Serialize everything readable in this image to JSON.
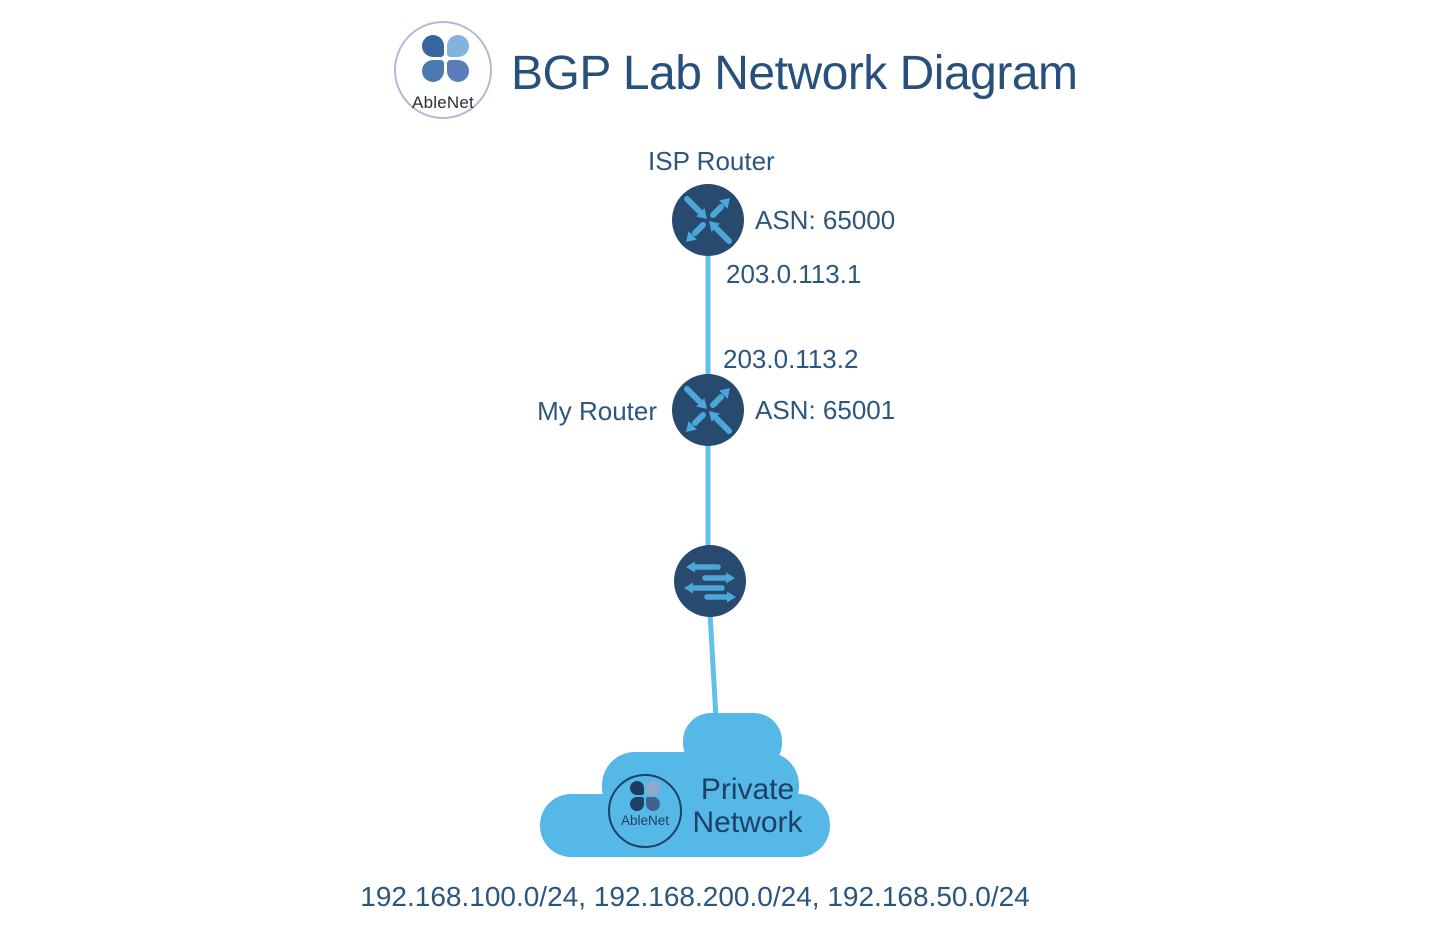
{
  "header": {
    "logo_text": "AbleNet",
    "title": "BGP Lab Network Diagram"
  },
  "nodes": {
    "isp_router": {
      "label": "ISP Router",
      "asn": "ASN: 65000",
      "interface_ip": "203.0.113.1",
      "icon": "router-icon"
    },
    "my_router": {
      "label": "My Router",
      "asn": "ASN: 65001",
      "interface_ip": "203.0.113.2",
      "icon": "router-icon"
    },
    "lan_switch": {
      "icon": "switch-icon"
    },
    "private_network": {
      "label_line1": "Private",
      "label_line2": "Network",
      "logo_text": "AbleNet",
      "icon": "cloud-icon"
    }
  },
  "links": [
    {
      "from": "isp_router",
      "to": "my_router"
    },
    {
      "from": "my_router",
      "to": "lan_switch"
    },
    {
      "from": "lan_switch",
      "to": "private_network"
    }
  ],
  "footer": {
    "subnets": "192.168.100.0/24, 192.168.200.0/24, 192.168.50.0/24"
  },
  "icons": {
    "router-icon": "navy circle with four diagonal light-blue arrows",
    "switch-icon": "navy circle with four horizontal light-blue arrows",
    "cloud-icon": "light blue cloud shape",
    "ablenet-logo": "circle with four petal clover"
  },
  "colors": {
    "navy_node": "#274a6e",
    "arrow_blue": "#4ba6d9",
    "link_blue": "#5fc1ec",
    "cloud_blue": "#55b8e6",
    "text_navy": "#2b5680",
    "title_navy": "#27507b",
    "private_navy": "#1c4066"
  }
}
